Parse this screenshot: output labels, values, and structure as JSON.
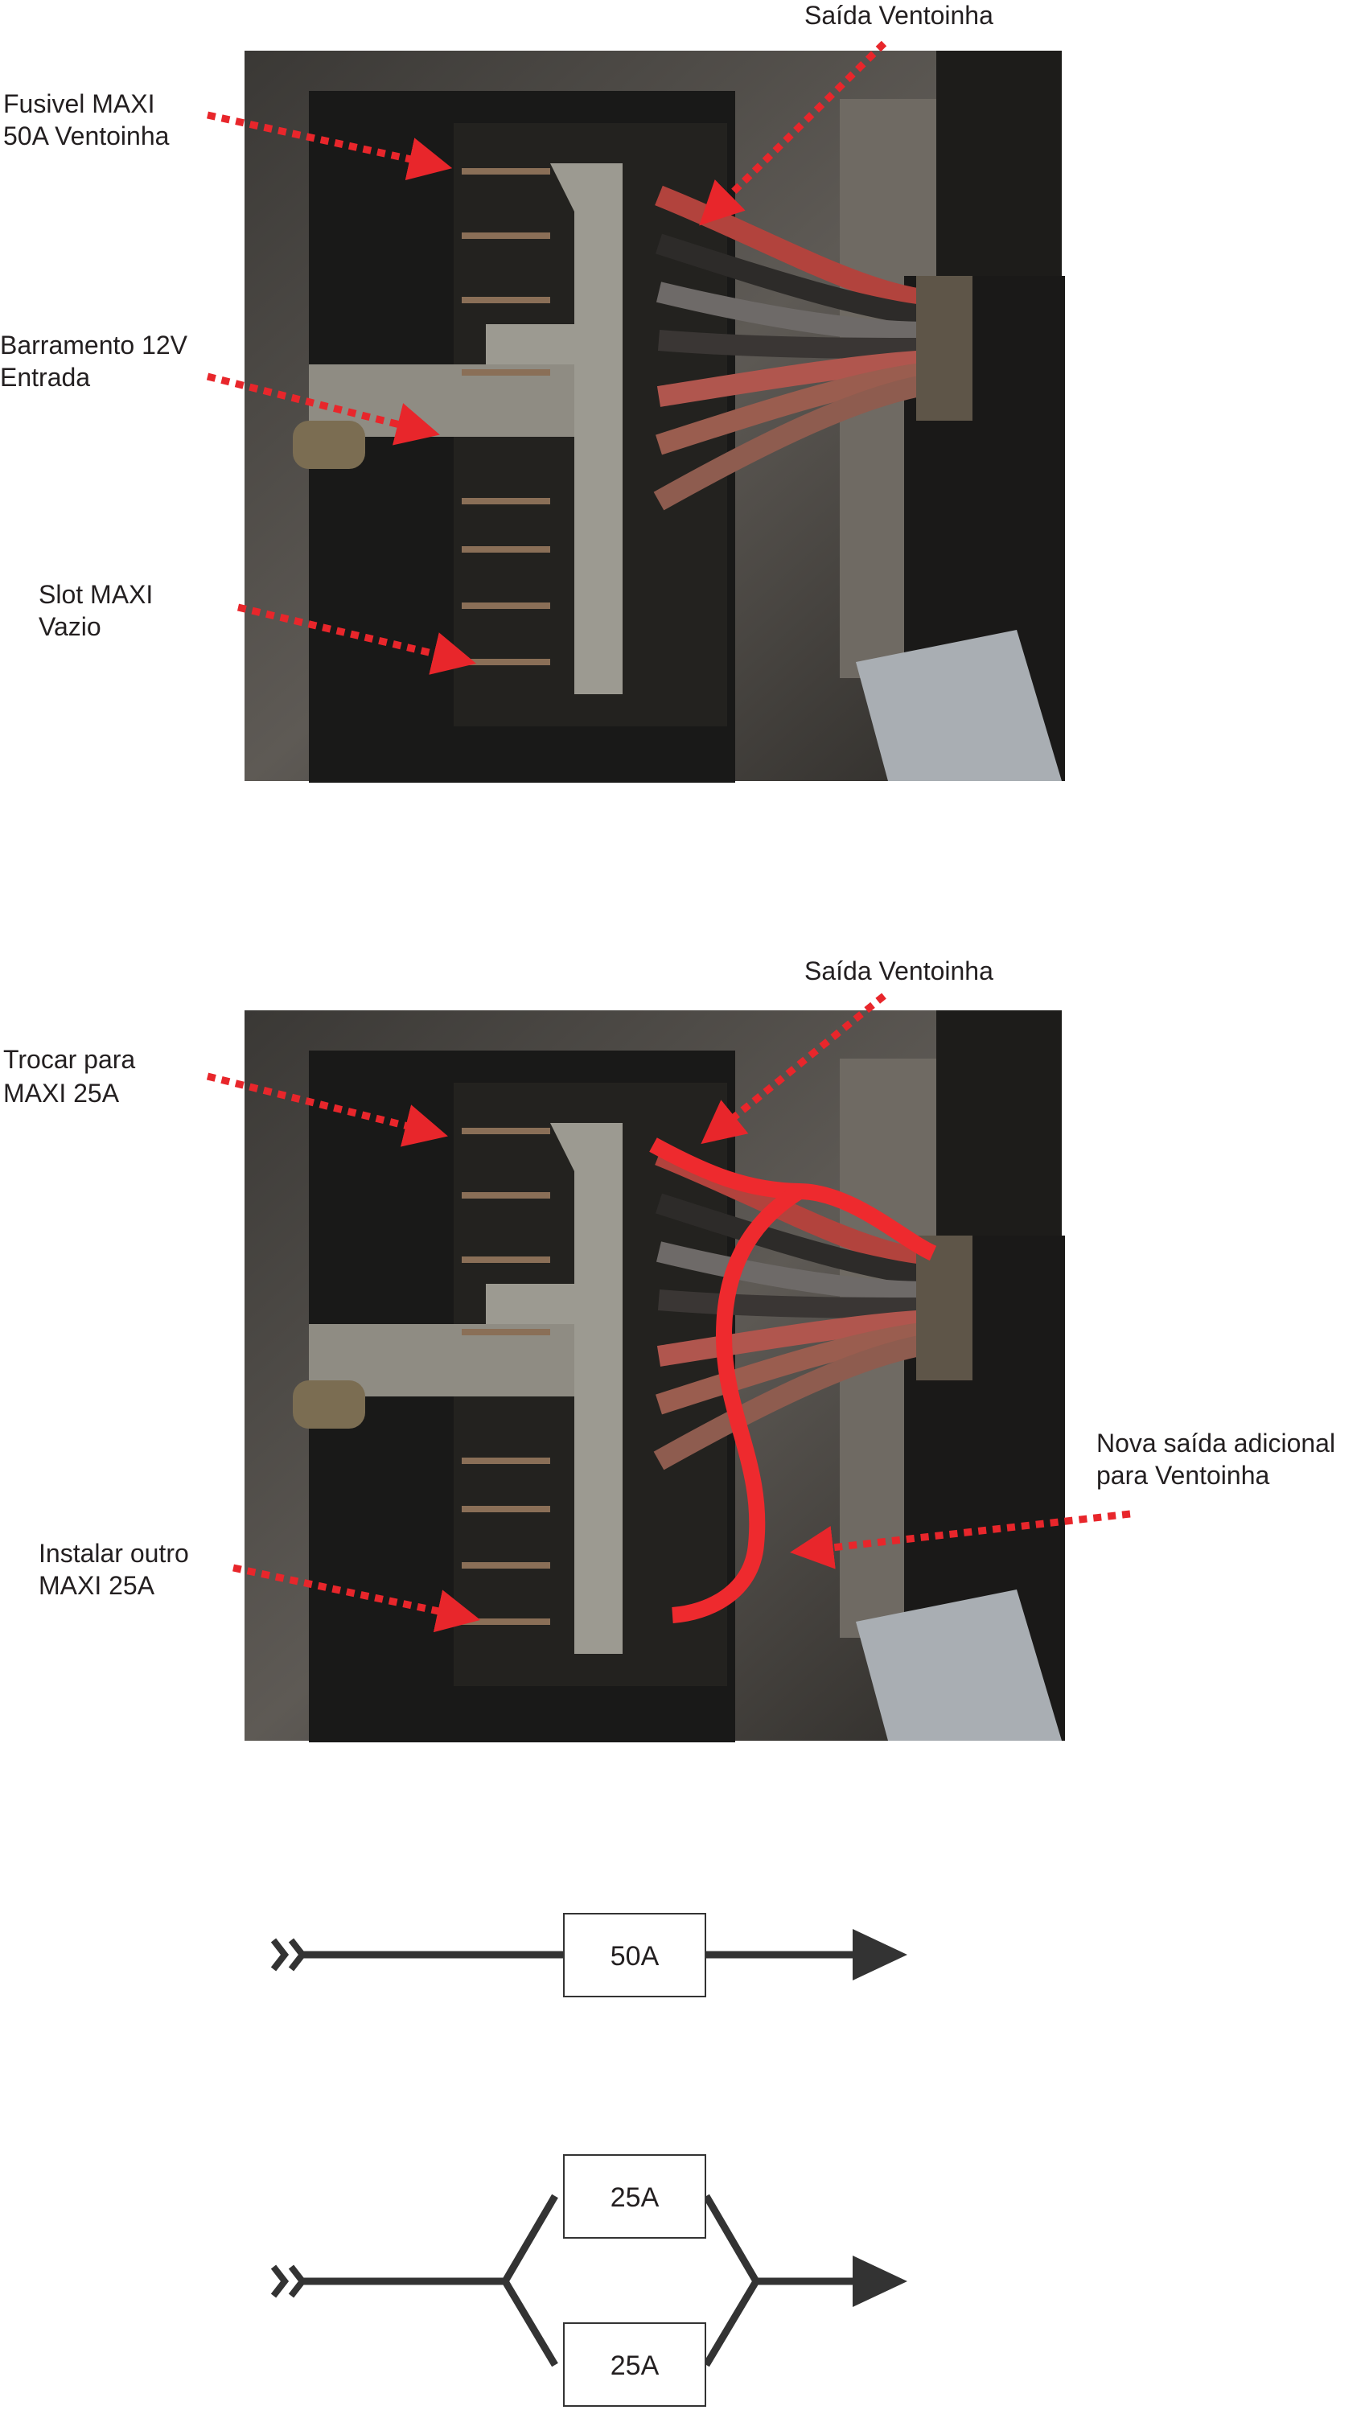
{
  "photo1": {
    "labels": {
      "fuse_line1": "Fusivel MAXI",
      "fuse_line2": "50A Ventoinha",
      "output": "Saída Ventoinha",
      "bus_line1": "Barramento 12V",
      "bus_line2": "Entrada",
      "slot_line1": "Slot MAXI",
      "slot_line2": "Vazio"
    }
  },
  "photo2": {
    "labels": {
      "output": "Saída Ventoinha",
      "swap_line1": "Trocar para",
      "swap_line2": "MAXI 25A",
      "new_line1": "Nova saída adicional",
      "new_line2": "para Ventoinha",
      "install_line1": "Instalar outro",
      "install_line2": "MAXI 25A"
    }
  },
  "schematic1": {
    "fuse": "50A"
  },
  "schematic2": {
    "fuse_top": "25A",
    "fuse_bottom": "25A"
  },
  "colors": {
    "annotation": "#e8262b",
    "wire": "#333333"
  }
}
